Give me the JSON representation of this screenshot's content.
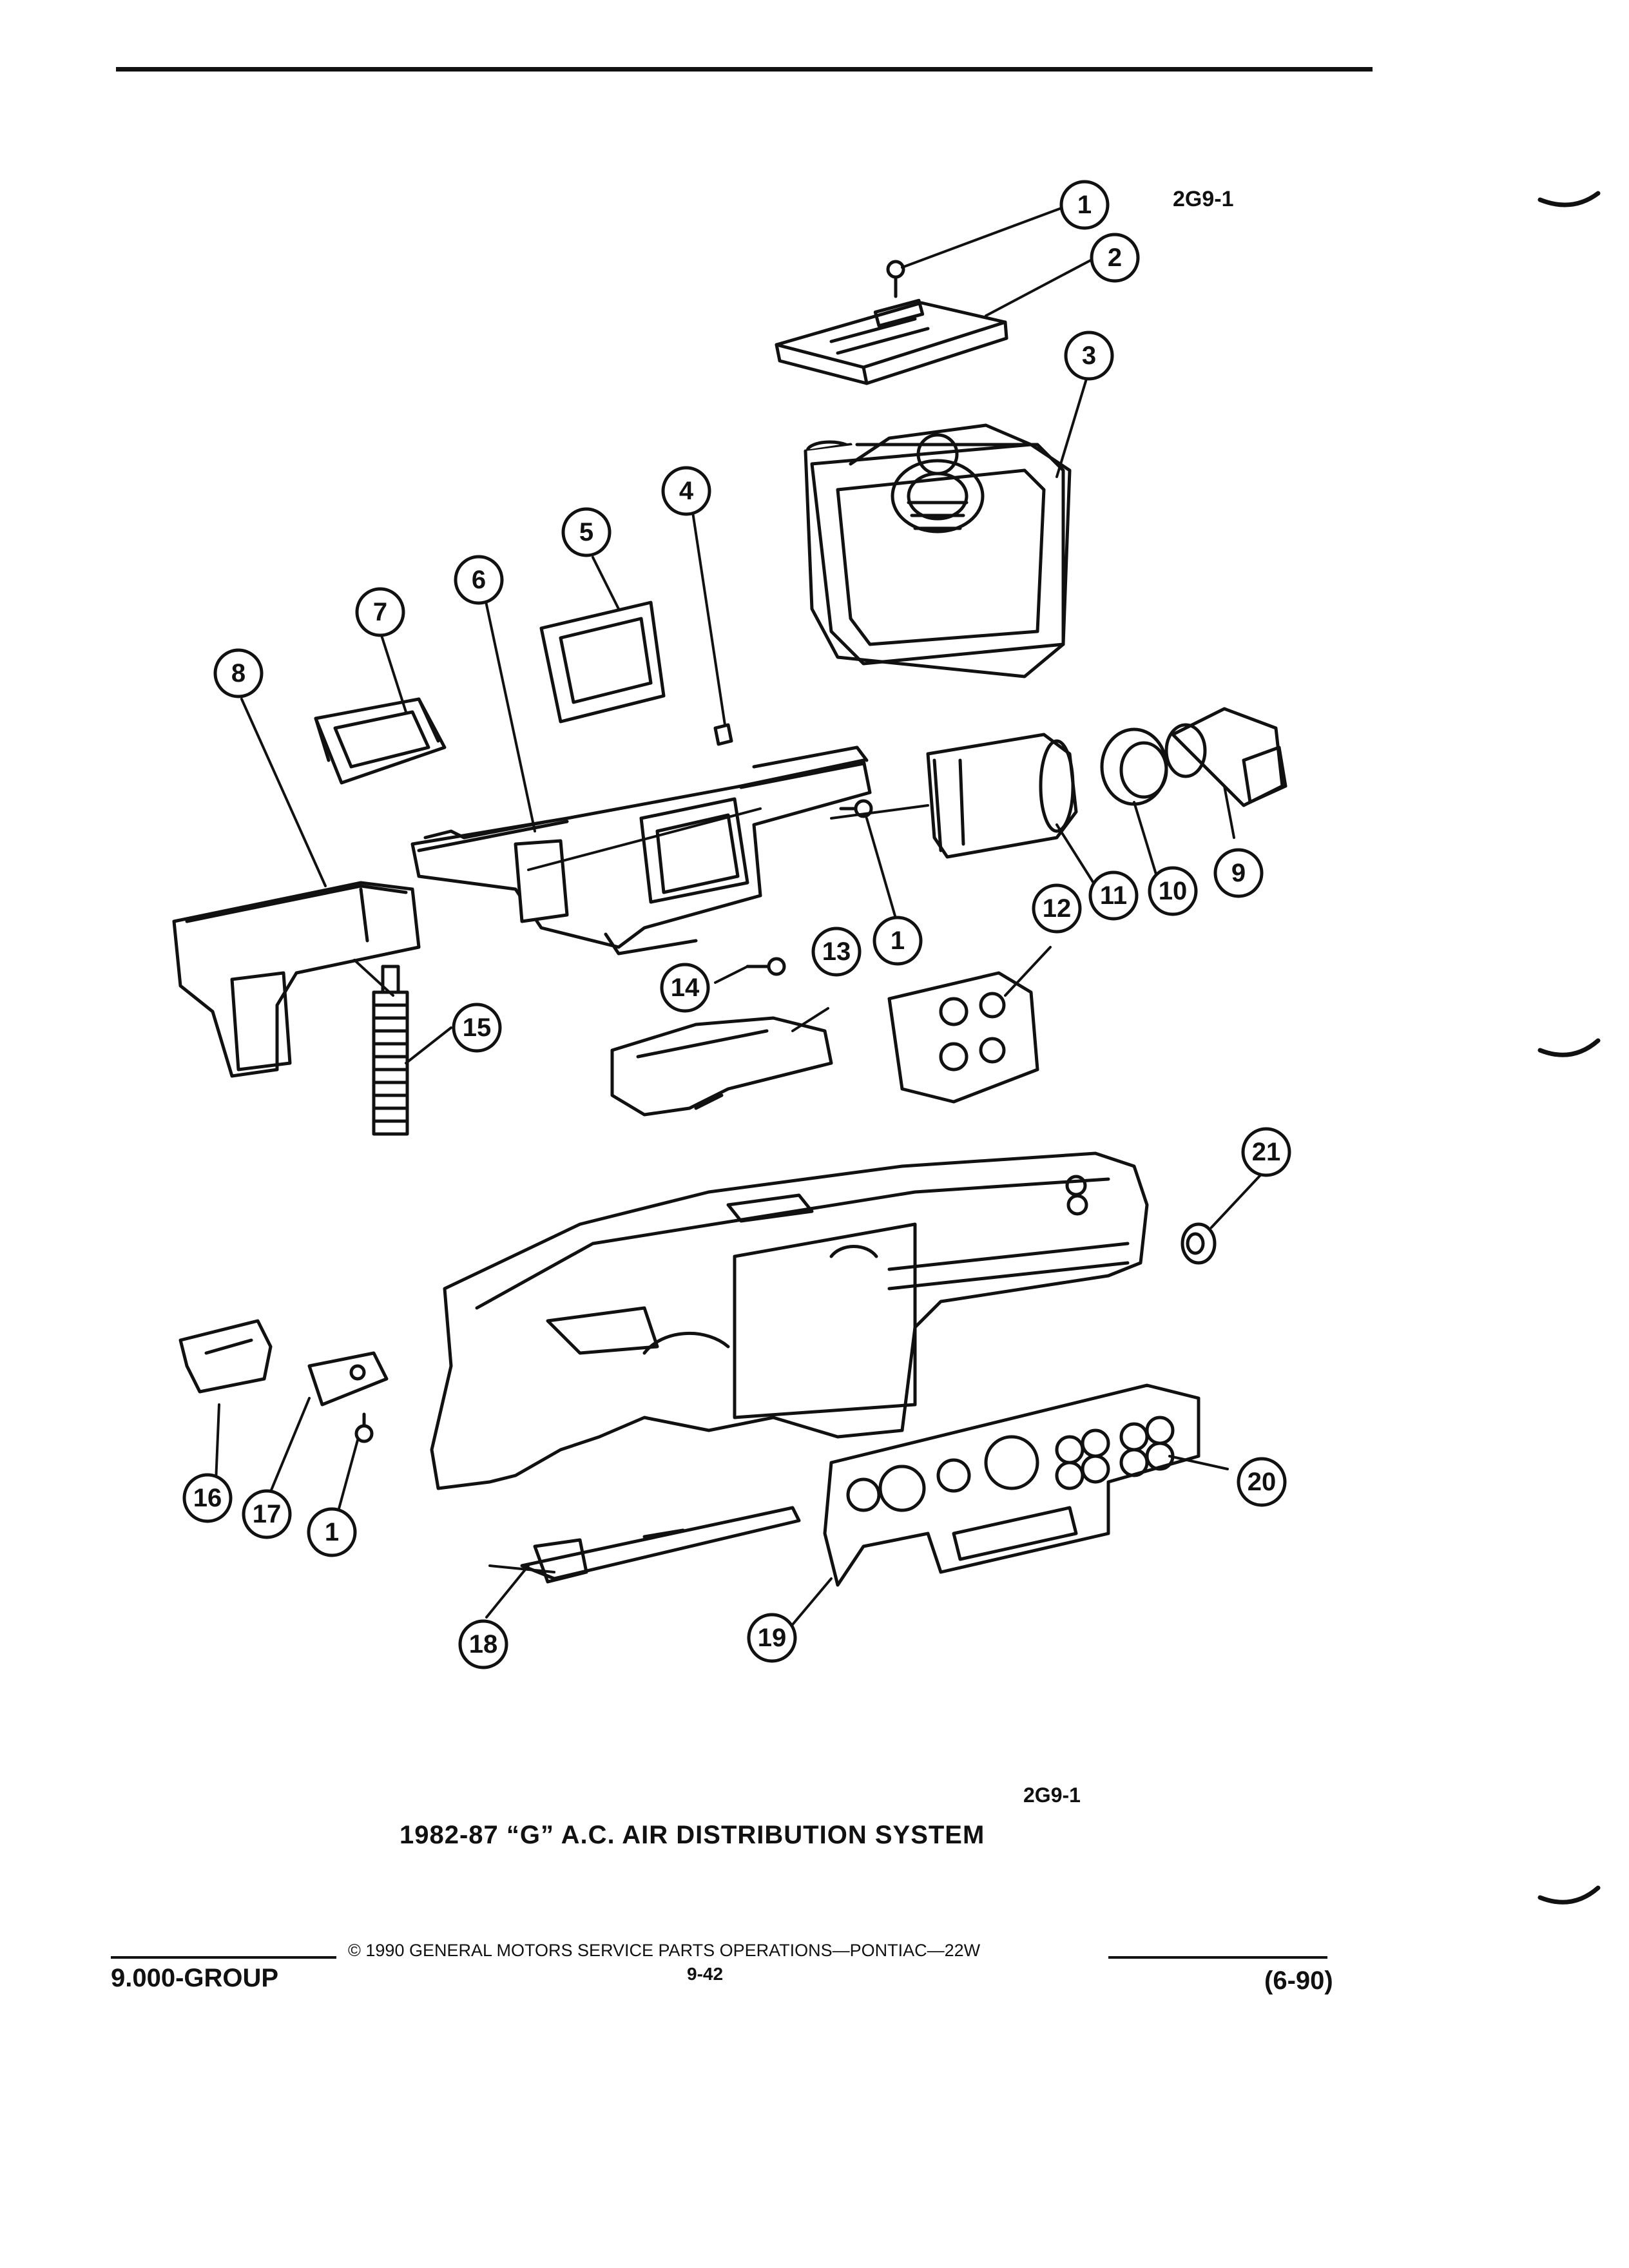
{
  "figure": {
    "label_top": "2G9-1",
    "label_bottom": "2G9-1",
    "caption": "1982-87 “G” A.C. AIR DISTRIBUTION SYSTEM"
  },
  "callouts": [
    "1",
    "2",
    "3",
    "4",
    "5",
    "6",
    "7",
    "8",
    "9",
    "10",
    "11",
    "1",
    "12",
    "13",
    "14",
    "15",
    "21",
    "16",
    "17",
    "1",
    "20",
    "18",
    "19"
  ],
  "footer": {
    "copyright": "© 1990 GENERAL MOTORS SERVICE PARTS OPERATIONS—PONTIAC—22W",
    "page_number": "9-42",
    "group": "9.000-GROUP",
    "date": "(6-90)"
  }
}
